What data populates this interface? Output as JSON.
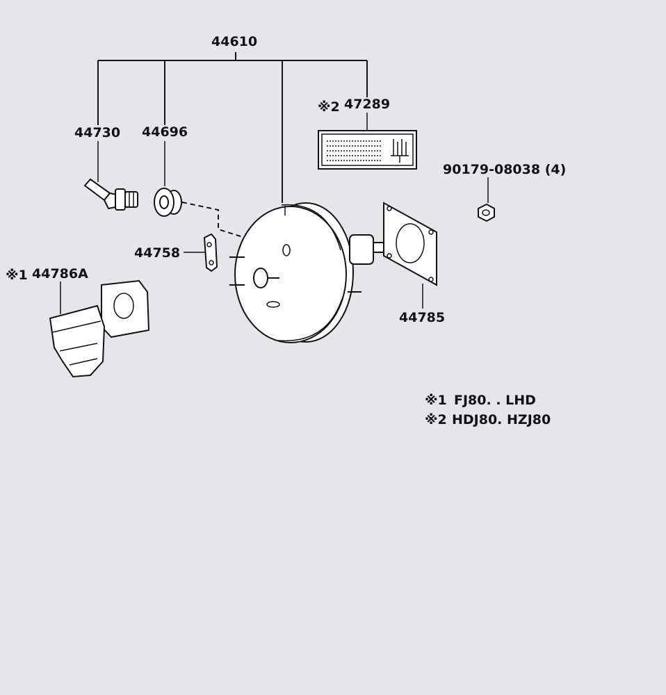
{
  "diagram": {
    "labels": {
      "assembly": "44610",
      "hose_fitting": "44730",
      "grommet": "44696",
      "caution_plate": "47289",
      "caution_plate_mark": "※2",
      "nut": "90179-08038 (4)",
      "clevis_pin_plate": "44758",
      "bracket": "44786A",
      "bracket_mark": "※1",
      "gasket": "44785"
    },
    "notes": [
      {
        "mark": "※1",
        "text": "FJ80. . LHD"
      },
      {
        "mark": "※2",
        "text": "HDJ80. HZJ80"
      }
    ]
  }
}
